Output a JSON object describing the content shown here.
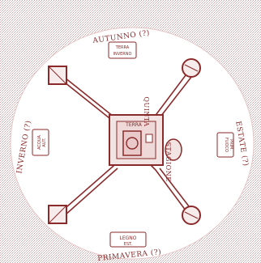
{
  "colors": {
    "ink": "#8a2a2a",
    "ink_light": "#c98a8a",
    "disc_fill": "#ffffff",
    "stipple": "#cfa3a3",
    "background": "#ffffff"
  },
  "labels": {
    "top_arc": "AUTUNNO (?)",
    "top_box_1": "TERRA",
    "top_box_2": "INVERNO",
    "left_arc": "INVERNO (?)",
    "left_box_1": "ACQUA",
    "left_box_2": "AUT.",
    "right_arc": "ESTATE (?)",
    "right_box_1": "FUOCO",
    "right_box_2": "PRIM.",
    "bottom_arc": "PRIMAVERA (?)",
    "bottom_box_1": "LEGNO",
    "bottom_box_2": "EST.",
    "center_top": "QUINTA",
    "center_right": "STAGIONE",
    "center_bottom": "TERRA"
  }
}
